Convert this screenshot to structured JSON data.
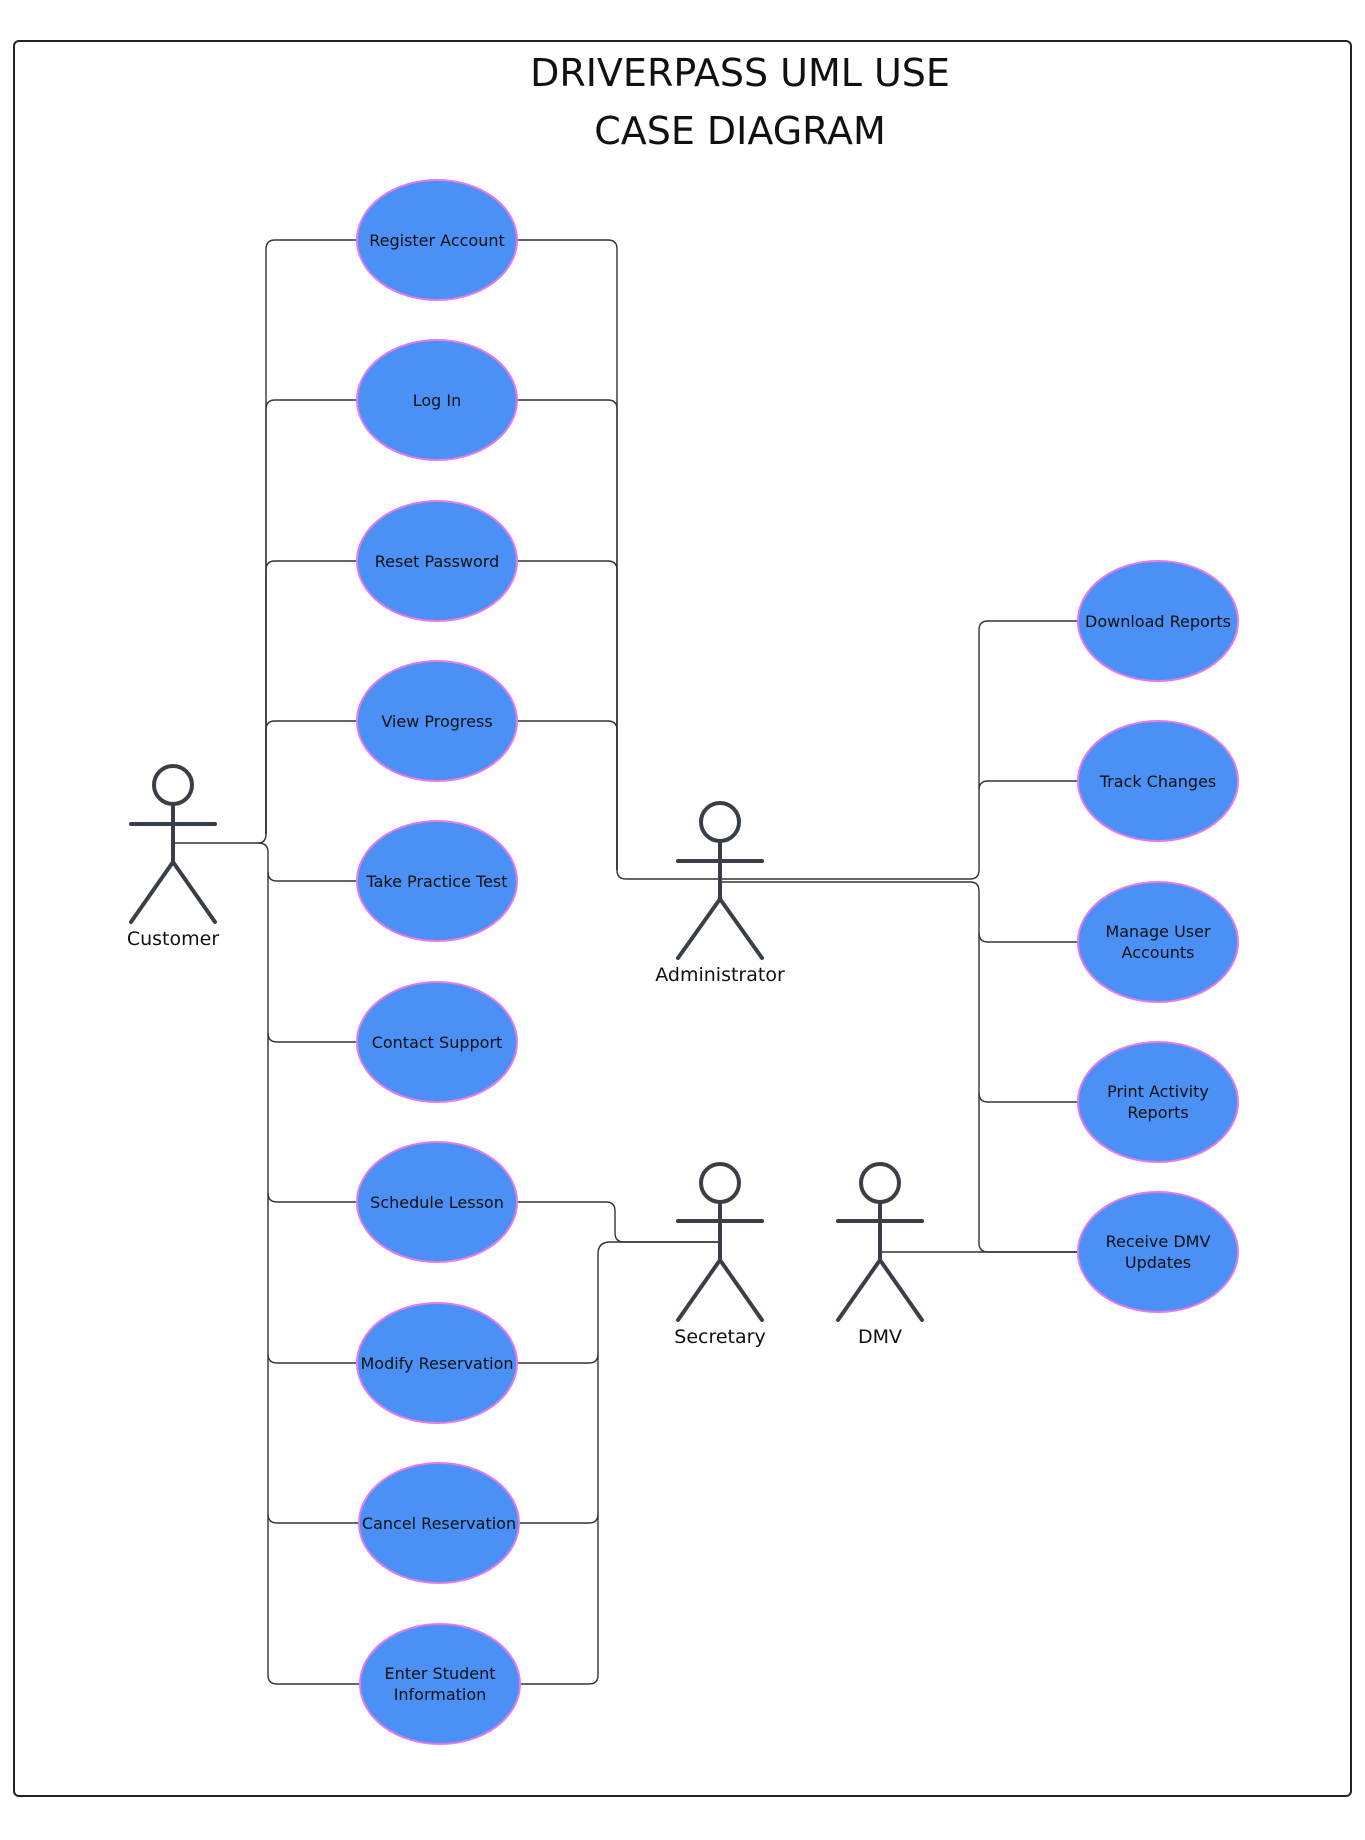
{
  "diagram": {
    "title": "DRIVERPASS UML USE\nCASE DIAGRAM",
    "colors": {
      "usecase_fill": "#4a90f5",
      "usecase_stroke": "#e87ae8",
      "line": "#333333",
      "actor": "#3a3f47"
    },
    "actors": {
      "customer": "Customer",
      "administrator": "Administrator",
      "secretary": "Secretary",
      "dmv": "DMV"
    },
    "use_cases": {
      "register_account": "Register Account",
      "log_in": "Log In",
      "reset_password": "Reset Password",
      "view_progress": "View Progress",
      "take_practice_test": "Take Practice Test",
      "contact_support": "Contact Support",
      "schedule_lesson": "Schedule Lesson",
      "modify_reservation": "Modify Reservation",
      "cancel_reservation": "Cancel Reservation",
      "enter_student_information": [
        "Enter Student",
        "Information"
      ],
      "download_reports": "Download Reports",
      "track_changes": "Track Changes",
      "manage_user_accounts": [
        "Manage User",
        "Accounts"
      ],
      "print_activity_reports": [
        "Print Activity",
        "Reports"
      ],
      "receive_dmv_updates": [
        "Receive DMV",
        "Updates"
      ]
    }
  }
}
